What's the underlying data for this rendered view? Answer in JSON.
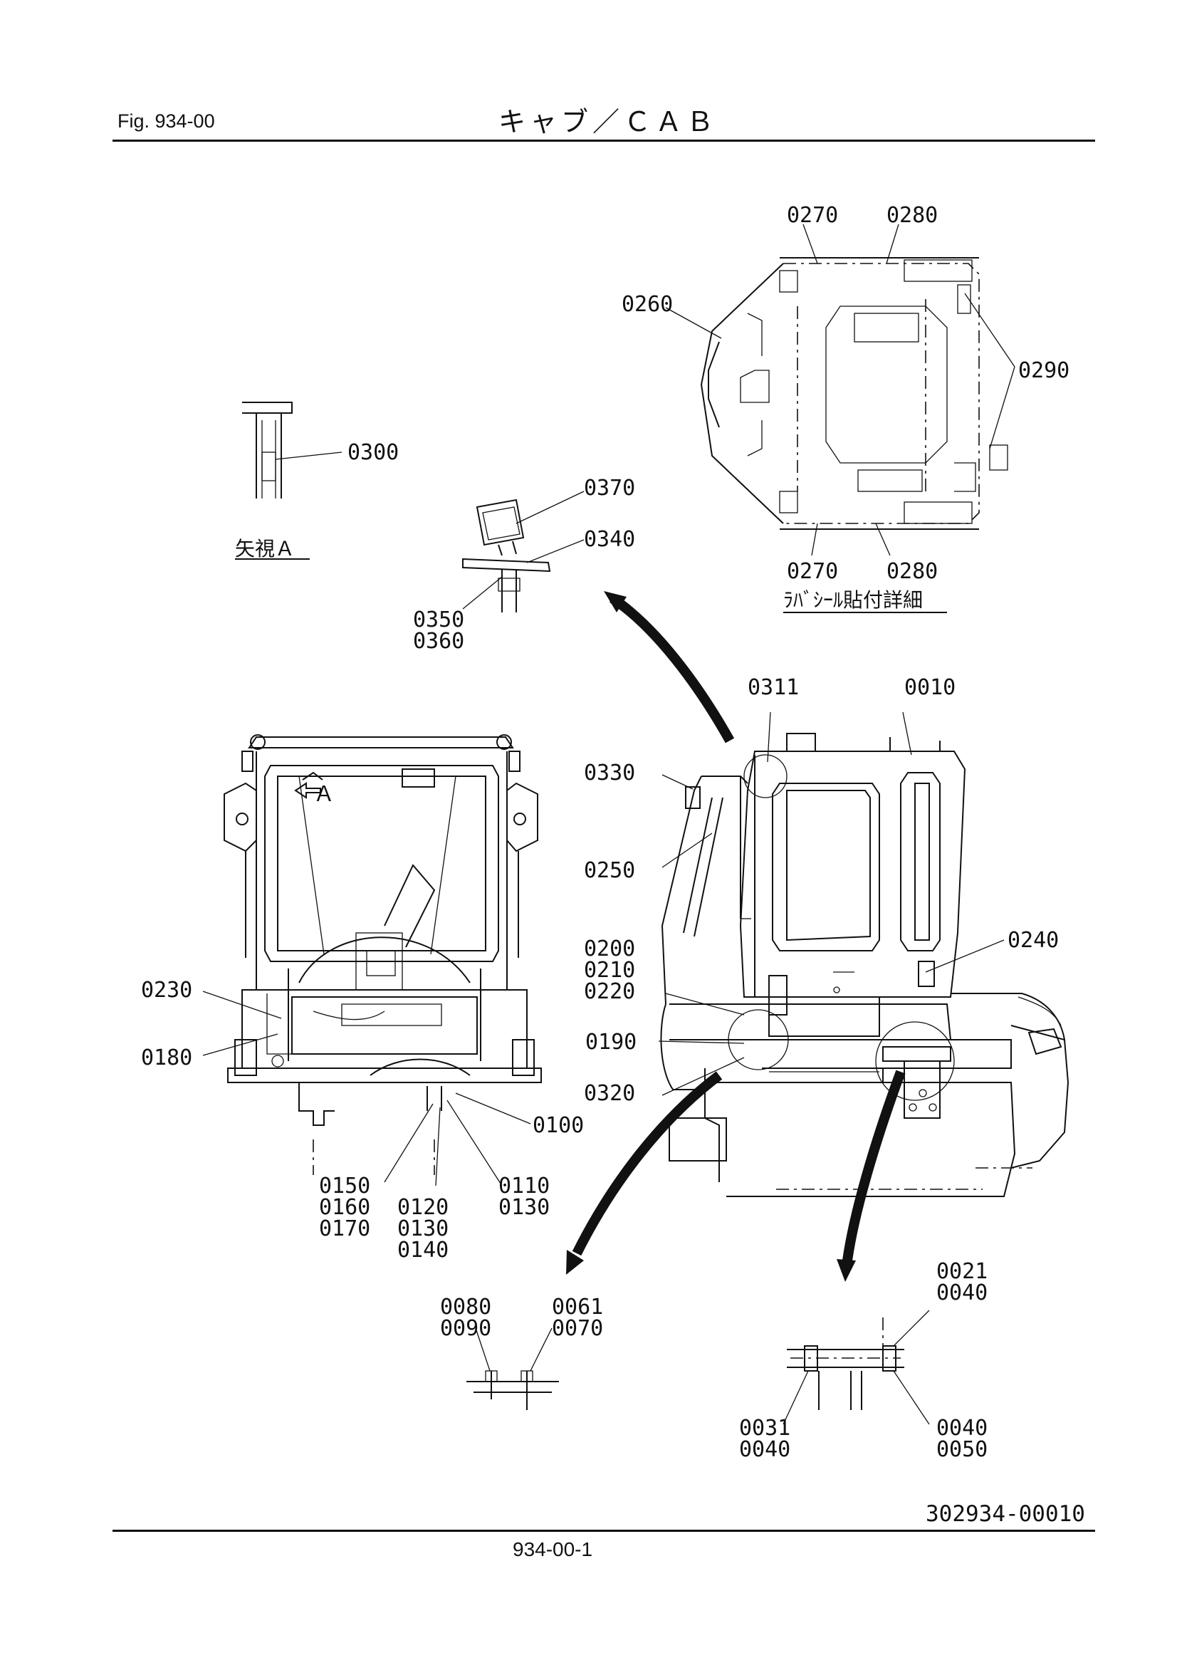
{
  "header": {
    "figure": "Fig.  934-00",
    "title": "キャブ／ＣＡＢ"
  },
  "footer": {
    "page": "934-00-1"
  },
  "drawing_number": "302934-00010",
  "view_labels": {
    "view_a": "矢視Ａ",
    "rubber_seal": "ﾗﾊﾞｼｰﾙ貼付詳細",
    "arrow_a": "Ａ"
  },
  "callouts": {
    "c0270_top": "0270",
    "c0280_top": "0280",
    "c0260": "0260",
    "c0290": "0290",
    "c0270_bot": "0270",
    "c0280_bot": "0280",
    "c0300": "0300",
    "c0370": "0370",
    "c0340": "0340",
    "c0350": "0350",
    "c0360": "0360",
    "c0311": "0311",
    "c0010": "0010",
    "c0330": "0330",
    "c0250": "0250",
    "c0200": "0200",
    "c0210": "0210",
    "c0220": "0220",
    "c0240": "0240",
    "c0190": "0190",
    "c0320": "0320",
    "c0230": "0230",
    "c0180": "0180",
    "c0100": "0100",
    "c0150": "0150",
    "c0160": "0160",
    "c0170": "0170",
    "c0120": "0120",
    "c0130a": "0130",
    "c0140": "0140",
    "c0110": "0110",
    "c0130b": "0130",
    "c0080": "0080",
    "c0090": "0090",
    "c0061": "0061",
    "c0070": "0070",
    "c0021": "0021",
    "c0040a": "0040",
    "c0031": "0031",
    "c0040b": "0040",
    "c0040c": "0040",
    "c0050": "0050"
  }
}
